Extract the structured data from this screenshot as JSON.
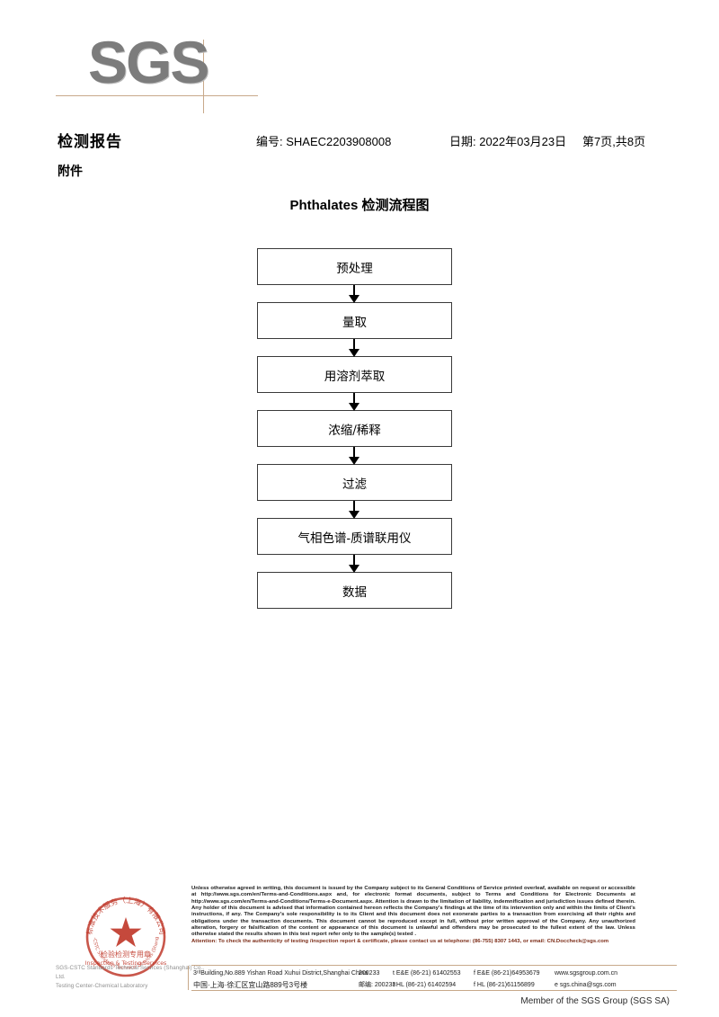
{
  "logo": {
    "text": "SGS"
  },
  "header": {
    "report_title": "检测报告",
    "attachment_label": "附件",
    "report_no": "编号: SHAEC2203908008",
    "date": "日期: 2022年03月23日",
    "page": "第7页,共8页"
  },
  "flowchart": {
    "title": "Phthalates 检测流程图",
    "steps": [
      {
        "label": "预处理"
      },
      {
        "label": "量取"
      },
      {
        "label": "用溶剂萃取"
      },
      {
        "label": "浓缩/稀释"
      },
      {
        "label": "过滤"
      },
      {
        "label": "气相色谱-质谱联用仪"
      },
      {
        "label": "数据"
      }
    ]
  },
  "seal": {
    "outer_cn": "标准技术服务（上海）有限公司",
    "arc_en": "SGS-CSTC Standards Technical Services (Shanghai) Co., Ltd.",
    "center_cn": "检验检测专用章",
    "center_en": "Inspection & Testing Services",
    "color": "#c0392b",
    "caption_line1": "SGS-CSTC Standards Technical Services (Shanghai) Co., Ltd.",
    "caption_line2": "Testing Center-Chemical Laboratory"
  },
  "legal": {
    "body": "Unless otherwise agreed in writing, this document is issued by the Company subject to its General Conditions of Service printed overleaf, available on request or accessible at http://www.sgs.com/en/Terms-and-Conditions.aspx and, for electronic format documents, subject to Terms and Conditions for Electronic Documents at http://www.sgs.com/en/Terms-and-Conditions/Terms-e-Document.aspx. Attention is drawn to the limitation of liability, indemnification and jurisdiction issues defined therein. Any holder of this document is advised that information contained hereon reflects the Company's findings at the time of its intervention only and within the limits of Client's instructions, if any. The Company's sole responsibility is to its Client and this document does not exonerate parties to a transaction from exercising all their rights and obligations under the transaction documents. This document cannot be reproduced except in full, without prior written approval of the Company. Any unauthorized alteration, forgery or falsification of the content or appearance of this document is unlawful and offenders may be prosecuted to the fullest extent of the law. Unless otherwise stated the results shown in this test report refer only to the sample(s) tested .",
    "attention": "Attention: To check the authenticity of testing /inspection report & certificate, please contact us at telephone: (86-755) 8307 1443, or email: CN.Doccheck@sgs.com"
  },
  "address": {
    "en_line": "3ʳᵈBuilding,No.889 Yishan Road Xuhui District,Shanghai China",
    "cn_line": "中国·上海·徐汇区宜山路889号3号楼",
    "en_zip": "200233",
    "cn_zip": "邮编: 200233",
    "tel_en": "t E&E (86-21) 61402553",
    "tel_cn": "t HL (86-21) 61402594",
    "fax_en": "f E&E (86-21)64953679",
    "fax_cn": "f HL (86-21)61156899",
    "website": "www.sgsgroup.com.cn",
    "email": "e  sgs.china@sgs.com"
  },
  "footer": {
    "member": "Member of the SGS Group (SGS SA)"
  }
}
